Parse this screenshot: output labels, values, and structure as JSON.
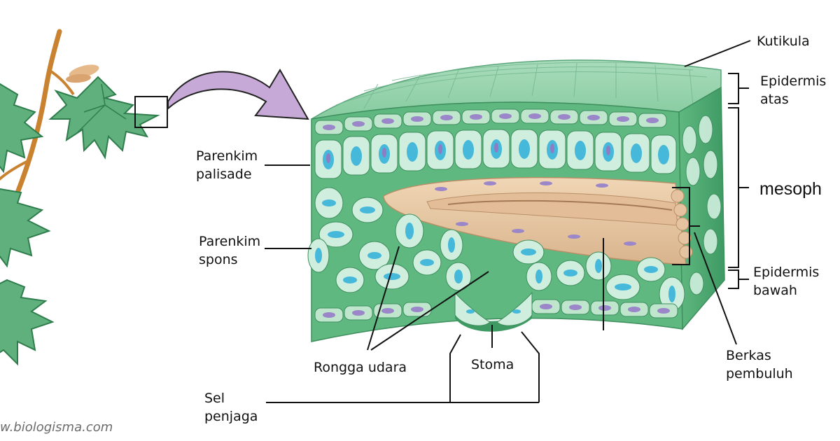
{
  "labels": {
    "kutikula": "Kutikula",
    "epidermis_atas": [
      "Epidermis",
      "atas"
    ],
    "mesofil": "mesoph",
    "epidermis_bawah": [
      "Epidermis",
      "bawah"
    ],
    "berkas_pembuluh": [
      "Berkas",
      "pembuluh"
    ],
    "parenkim_palisade": [
      "Parenkim",
      "palisade"
    ],
    "parenkim_spons": [
      "Parenkim",
      "spons"
    ],
    "rongga_udara": "Rongga udara",
    "stoma": "Stoma",
    "sel_penjaga": [
      "Sel",
      "penjaga"
    ]
  },
  "watermark": "w.biologisma.com",
  "colors": {
    "leaf": "#4fa86f",
    "leaf_dark": "#2f7d4c",
    "stem": "#c9822f",
    "arrow": "#c6a9d6",
    "block_green": "#63bf84",
    "cell": "#cfeedd",
    "nucleus": "#9a86c9",
    "vacuole": "#46b8d9",
    "vein": "#e7c9a6"
  }
}
